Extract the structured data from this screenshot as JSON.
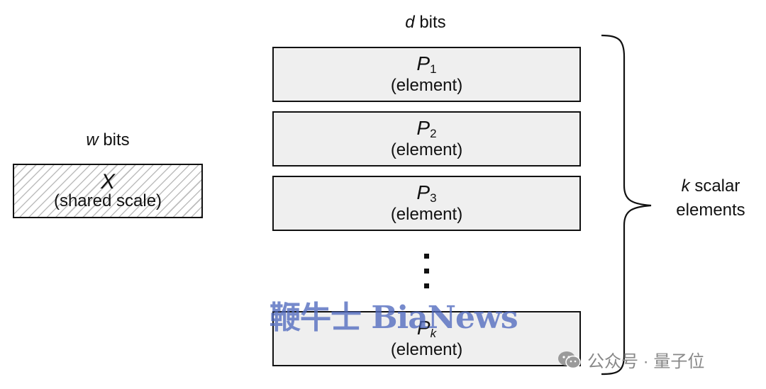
{
  "scale": {
    "width_var": "w",
    "width_unit": "bits",
    "symbol": "X",
    "description": "(shared scale)"
  },
  "elements_header": {
    "width_var": "d",
    "width_unit": "bits"
  },
  "elements": [
    {
      "symbol": "P",
      "sub": "1",
      "description": "(element)"
    },
    {
      "symbol": "P",
      "sub": "2",
      "description": "(element)"
    },
    {
      "symbol": "P",
      "sub": "3",
      "description": "(element)"
    },
    {
      "symbol": "P",
      "sub": "k",
      "description": "(element)"
    }
  ],
  "brace_label": {
    "var": "k",
    "line1": "scalar",
    "line2": "elements"
  },
  "watermark": "鞭牛士 BiaNews",
  "source_tag": "公众号 · 量子位"
}
